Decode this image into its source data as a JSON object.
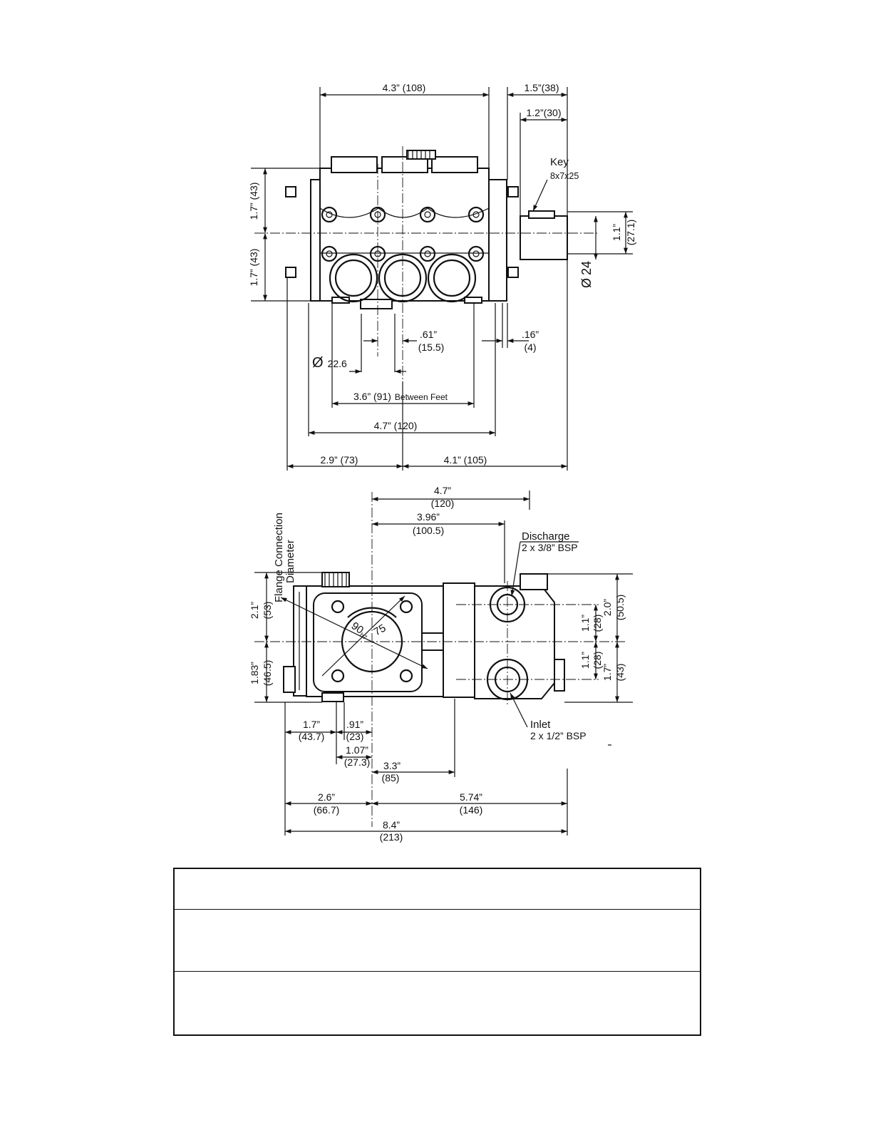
{
  "top_view": {
    "dims": {
      "top_width": "4.3” (108)",
      "shaft_length": "1.5”(38)",
      "key_length": "1.2”(30)",
      "height_upper": "1.7” (43)",
      "height_lower": "1.7” (43)",
      "shaft_height_in": "1.1”",
      "shaft_height_mm": "(27.1)",
      "shaft_diameter": "24",
      "port_spacing_in": ".61”",
      "port_spacing_mm": "(15.5)",
      "edge_in": ".16”",
      "edge_mm": "(4)",
      "port_diameter": "22.6",
      "between_feet": "3.6” (91)",
      "between_feet_note": "Between Feet",
      "overall_width": "4.7” (120)",
      "left_offset": "2.9” (73)",
      "right_offset": "4.1” (105)"
    },
    "key_label": "Key",
    "key_size": "8x7x25"
  },
  "side_view": {
    "dims": {
      "top_in": "4.7”",
      "top_mm": "(120)",
      "mid_in": "3.96”",
      "mid_mm": "(100.5)",
      "left_upper_in": "2.1”",
      "left_upper_mm": "(53)",
      "left_lower_in": "1.83”",
      "left_lower_mm": "(46.5)",
      "right_a_in": "1.1”",
      "right_a_mm": "(28)",
      "right_b_in": "1.1”",
      "right_b_mm": "(28)",
      "right_total_in": "2.0”",
      "right_total_mm": "(50.5)",
      "right_lower_in": "1.7”",
      "right_lower_mm": "(43)",
      "b1_in": "1.7”",
      "b1_mm": "(43.7)",
      "b2_in": ".91”",
      "b2_mm": "(23)",
      "b3_in": "1.07”",
      "b3_mm": "(27.3)",
      "b4_in": "3.3”",
      "b4_mm": "(85)",
      "b5_in": "2.6”",
      "b5_mm": "(66.7)",
      "b6_in": "5.74”",
      "b6_mm": "(146)",
      "b7_in": "8.4”",
      "b7_mm": "(213)",
      "flange_90": "90",
      "flange_h7": "h7",
      "flange_75": "75"
    },
    "flange_line1": "Flange Connection",
    "flange_line2": "Diameter",
    "discharge_label": "Discharge",
    "discharge_size": "2 x 3/8” BSP",
    "inlet_label": "Inlet",
    "inlet_size": "2 x 1/2” BSP"
  },
  "table": {
    "rows": [
      "",
      "",
      ""
    ]
  }
}
